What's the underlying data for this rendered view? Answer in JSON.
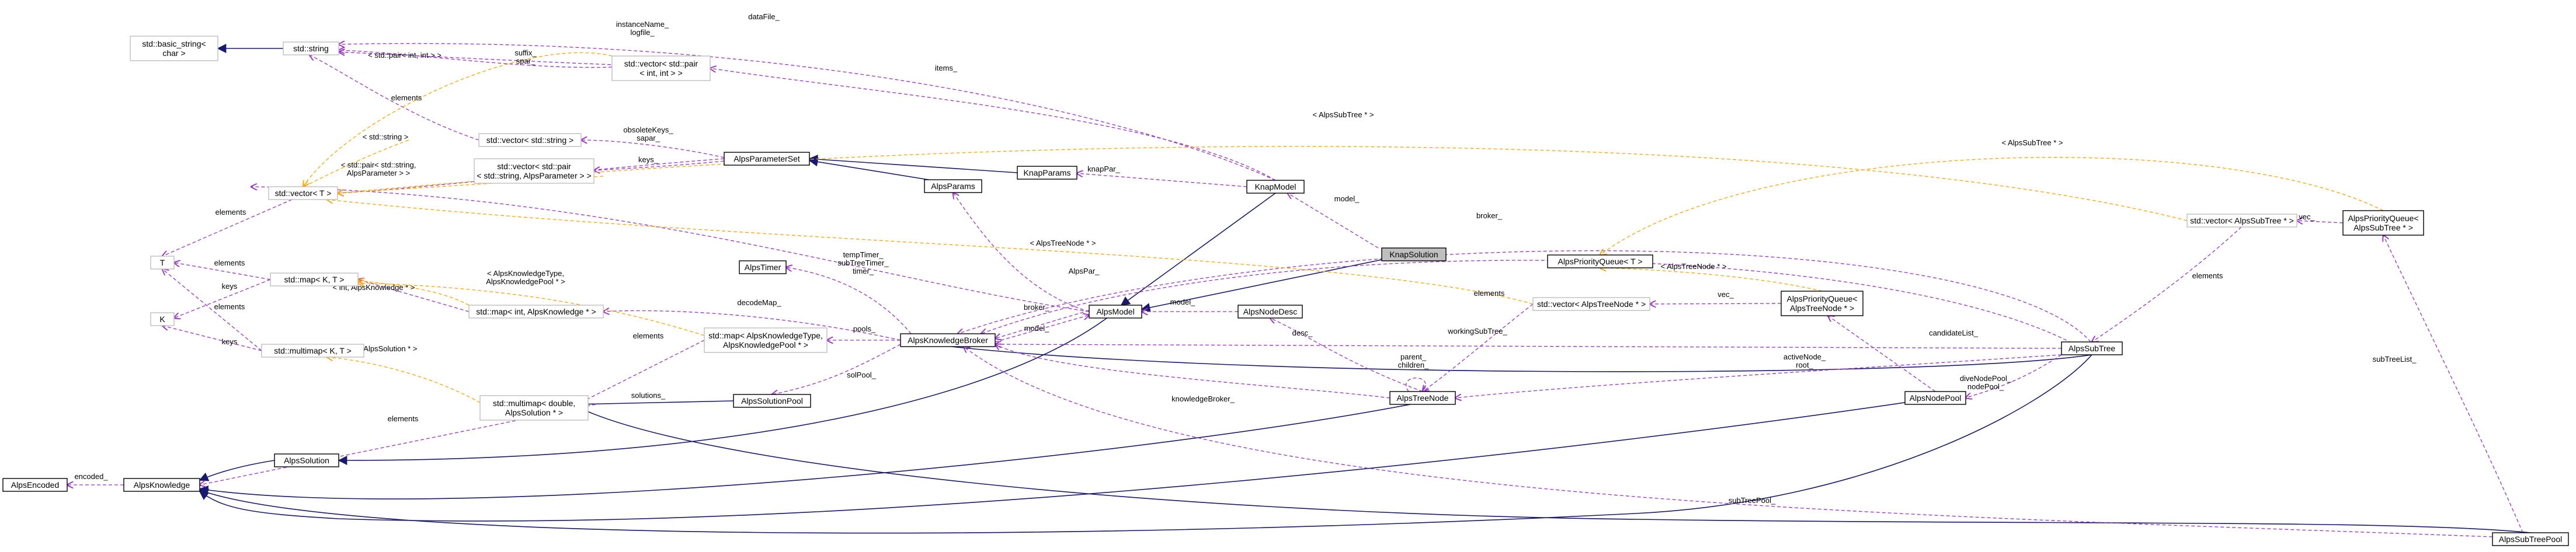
{
  "diagram": {
    "focus_class": "KnapSolution",
    "colors": {
      "inheritance": "#191970",
      "usage": "#9a32cd",
      "template": "#ffa500",
      "external_border": "#bfbfbf",
      "focus_fill": "#bfbfbf"
    },
    "nodes": {
      "basic_string": [
        "std::basic_string<",
        "char >"
      ],
      "std_string": [
        "std::string"
      ],
      "vec_pair_int": [
        "std::vector< std::pair",
        "< int, int > >"
      ],
      "vector_T": [
        "std::vector< T >"
      ],
      "vector_string": [
        "std::vector< std::string >"
      ],
      "vec_pair_param": [
        "std::vector< std::pair",
        "< std::string, AlpsParameter > >"
      ],
      "T": [
        "T"
      ],
      "K": [
        "K"
      ],
      "map_KT": [
        "std::map< K, T >"
      ],
      "multimap_KT": [
        "std::multimap< K, T >"
      ],
      "map_int_know": [
        "std::map< int, AlpsKnowledge * >"
      ],
      "AlpsParameterSet": [
        "AlpsParameterSet"
      ],
      "AlpsParams": [
        "AlpsParams"
      ],
      "KnapParams": [
        "KnapParams"
      ],
      "KnapModel": [
        "KnapModel"
      ],
      "KnapSolution": [
        "KnapSolution"
      ],
      "AlpsTimer": [
        "AlpsTimer"
      ],
      "map_type_pool": [
        "std::map< AlpsKnowledgeType,",
        "AlpsKnowledgePool * >"
      ],
      "AlpsKnowledgePool": [
        "AlpsKnowledgePool"
      ],
      "AlpsSolutionPool": [
        "AlpsSolutionPool"
      ],
      "multimap_double": [
        "std::multimap< double,",
        "AlpsSolution * >"
      ],
      "AlpsSolution": [
        "AlpsSolution"
      ],
      "AlpsKnowledge": [
        "AlpsKnowledge"
      ],
      "AlpsEncoded": [
        "AlpsEncoded"
      ],
      "AlpsKnowledgeBroker": [
        "AlpsKnowledgeBroker"
      ],
      "AlpsModel": [
        "AlpsModel"
      ],
      "AlpsNodeDesc": [
        "AlpsNodeDesc"
      ],
      "AlpsTreeNode": [
        "AlpsTreeNode"
      ],
      "vec_treenode": [
        "std::vector< AlpsTreeNode * >"
      ],
      "pq_T": [
        "AlpsPriorityQueue< T >"
      ],
      "pq_treenode": [
        "AlpsPriorityQueue<",
        "AlpsTreeNode * >"
      ],
      "AlpsNodePool": [
        "AlpsNodePool"
      ],
      "vec_subtree": [
        "std::vector< AlpsSubTree * >"
      ],
      "pq_subtree": [
        "AlpsPriorityQueue<",
        "AlpsSubTree * >"
      ],
      "AlpsSubTree": [
        "AlpsSubTree"
      ],
      "AlpsSubTreePool": [
        "AlpsSubTreePool"
      ]
    },
    "edge_labels": {
      "dataFile": [
        "dataFile_"
      ],
      "instanceName": [
        "instanceName_",
        "logfile_"
      ],
      "suffix": [
        "suffix_",
        "spar_"
      ],
      "pair_int_int": [
        "< std::pair< int, int > >"
      ],
      "items": [
        "items_"
      ],
      "elements_vs": [
        "elements"
      ],
      "obsoleteKeys": [
        "obsoleteKeys_",
        "sapar_"
      ],
      "lt_string": [
        "< std::string >"
      ],
      "keys_param": [
        "keys_"
      ],
      "pair_param": [
        "< std::pair< std::string,",
        "AlpsParameter > >"
      ],
      "sub_tree_top": [
        "< AlpsSubTree * >"
      ],
      "sub_tree_right": [
        "< AlpsSubTree * >"
      ],
      "knapPar": [
        "knapPar_"
      ],
      "model": [
        "model_"
      ],
      "broker_right": [
        "broker_"
      ],
      "elements_vT": [
        "elements"
      ],
      "elements_T1": [
        "elements"
      ],
      "elements_T2": [
        "elements"
      ],
      "keys_K1": [
        "keys"
      ],
      "keys_K2": [
        "keys"
      ],
      "int_know": [
        "< int, AlpsKnowledge * >"
      ],
      "type_know": [
        "< AlpsKnowledgeType,",
        "AlpsKnowledgePool * >"
      ],
      "double_sol": [
        "< double, AlpsSolution * >"
      ],
      "decodeMap": [
        "decodeMap_"
      ],
      "timers": [
        "tempTimer_",
        "subTreeTimer_",
        "timer_"
      ],
      "alpsPar": [
        "AlpsPar_"
      ],
      "pools": [
        "pools_"
      ],
      "elements_pool": [
        "elements"
      ],
      "solPool": [
        "solPool_"
      ],
      "broker_mid": [
        "broker_"
      ],
      "model_mid": [
        "model_"
      ],
      "model_desc": [
        "model_"
      ],
      "pq_treenode_lbl": [
        "< AlpsTreeNode * >"
      ],
      "treenode_left": [
        "< AlpsTreeNode * >"
      ],
      "vec_lbl": [
        "vec_"
      ],
      "vec_lbl2": [
        "vec_"
      ],
      "elements_tn": [
        "elements"
      ],
      "elements_st": [
        "elements"
      ],
      "desc": [
        "desc_"
      ],
      "parent": [
        "parent_",
        "children_"
      ],
      "workingSubTree": [
        "workingSubTree_"
      ],
      "candidateList": [
        "candidateList_"
      ],
      "activeNode": [
        "activeNode_",
        "root_"
      ],
      "knowledgeBroker": [
        "knowledgeBroker_"
      ],
      "diveNodePool": [
        "diveNodePool_",
        "nodePool_"
      ],
      "solutions": [
        "solutions_"
      ],
      "elements_mm": [
        "elements"
      ],
      "encoded": [
        "encoded_"
      ],
      "subTreePool": [
        "subTreePool_"
      ],
      "subTreeList": [
        "subTreeList_"
      ]
    }
  }
}
